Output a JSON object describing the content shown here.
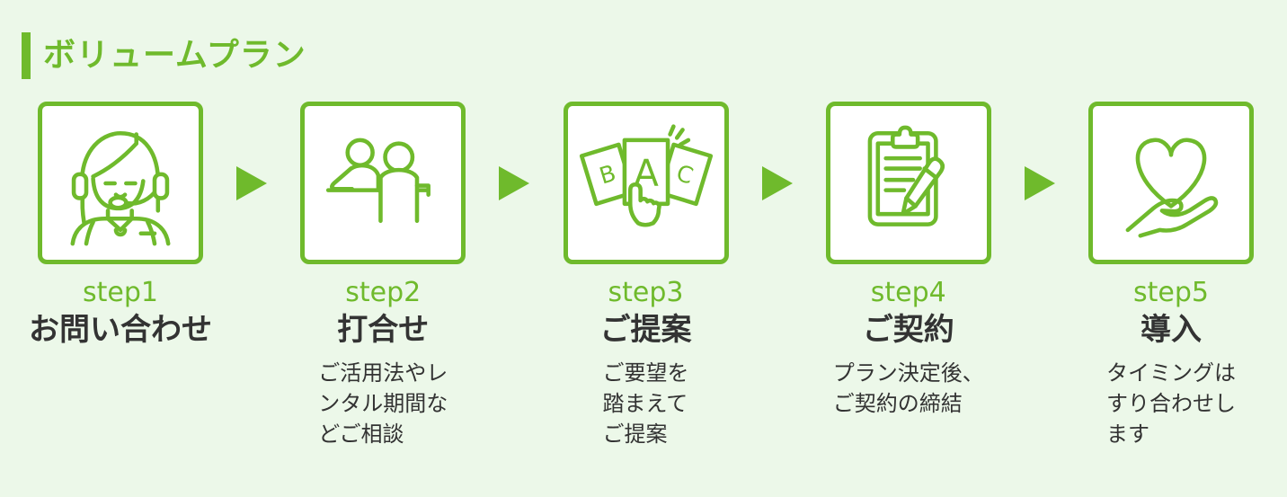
{
  "title": "ボリュームプラン",
  "colors": {
    "accent": "#6fba2c",
    "text": "#333333",
    "background": "#ecf8e9",
    "box_background": "#ffffff"
  },
  "steps": [
    {
      "label": "step1",
      "title": "お問い合わせ",
      "desc": "",
      "icon": "call-operator-icon"
    },
    {
      "label": "step2",
      "title": "打合せ",
      "desc": "ご活用法やレ\nンタル期間な\nどご相談",
      "icon": "meeting-icon"
    },
    {
      "label": "step3",
      "title": "ご提案",
      "desc": "ご要望を\n踏まえて\nご提案",
      "icon": "proposal-cards-icon"
    },
    {
      "label": "step4",
      "title": "ご契約",
      "desc": "プラン決定後、\nご契約の締結",
      "icon": "contract-sign-icon"
    },
    {
      "label": "step5",
      "title": "導入",
      "desc": "タイミングは\nすり合わせし\nます",
      "icon": "heart-in-hand-icon"
    }
  ],
  "proposal_card_letters": {
    "left": "B",
    "center": "A",
    "right": "C"
  }
}
